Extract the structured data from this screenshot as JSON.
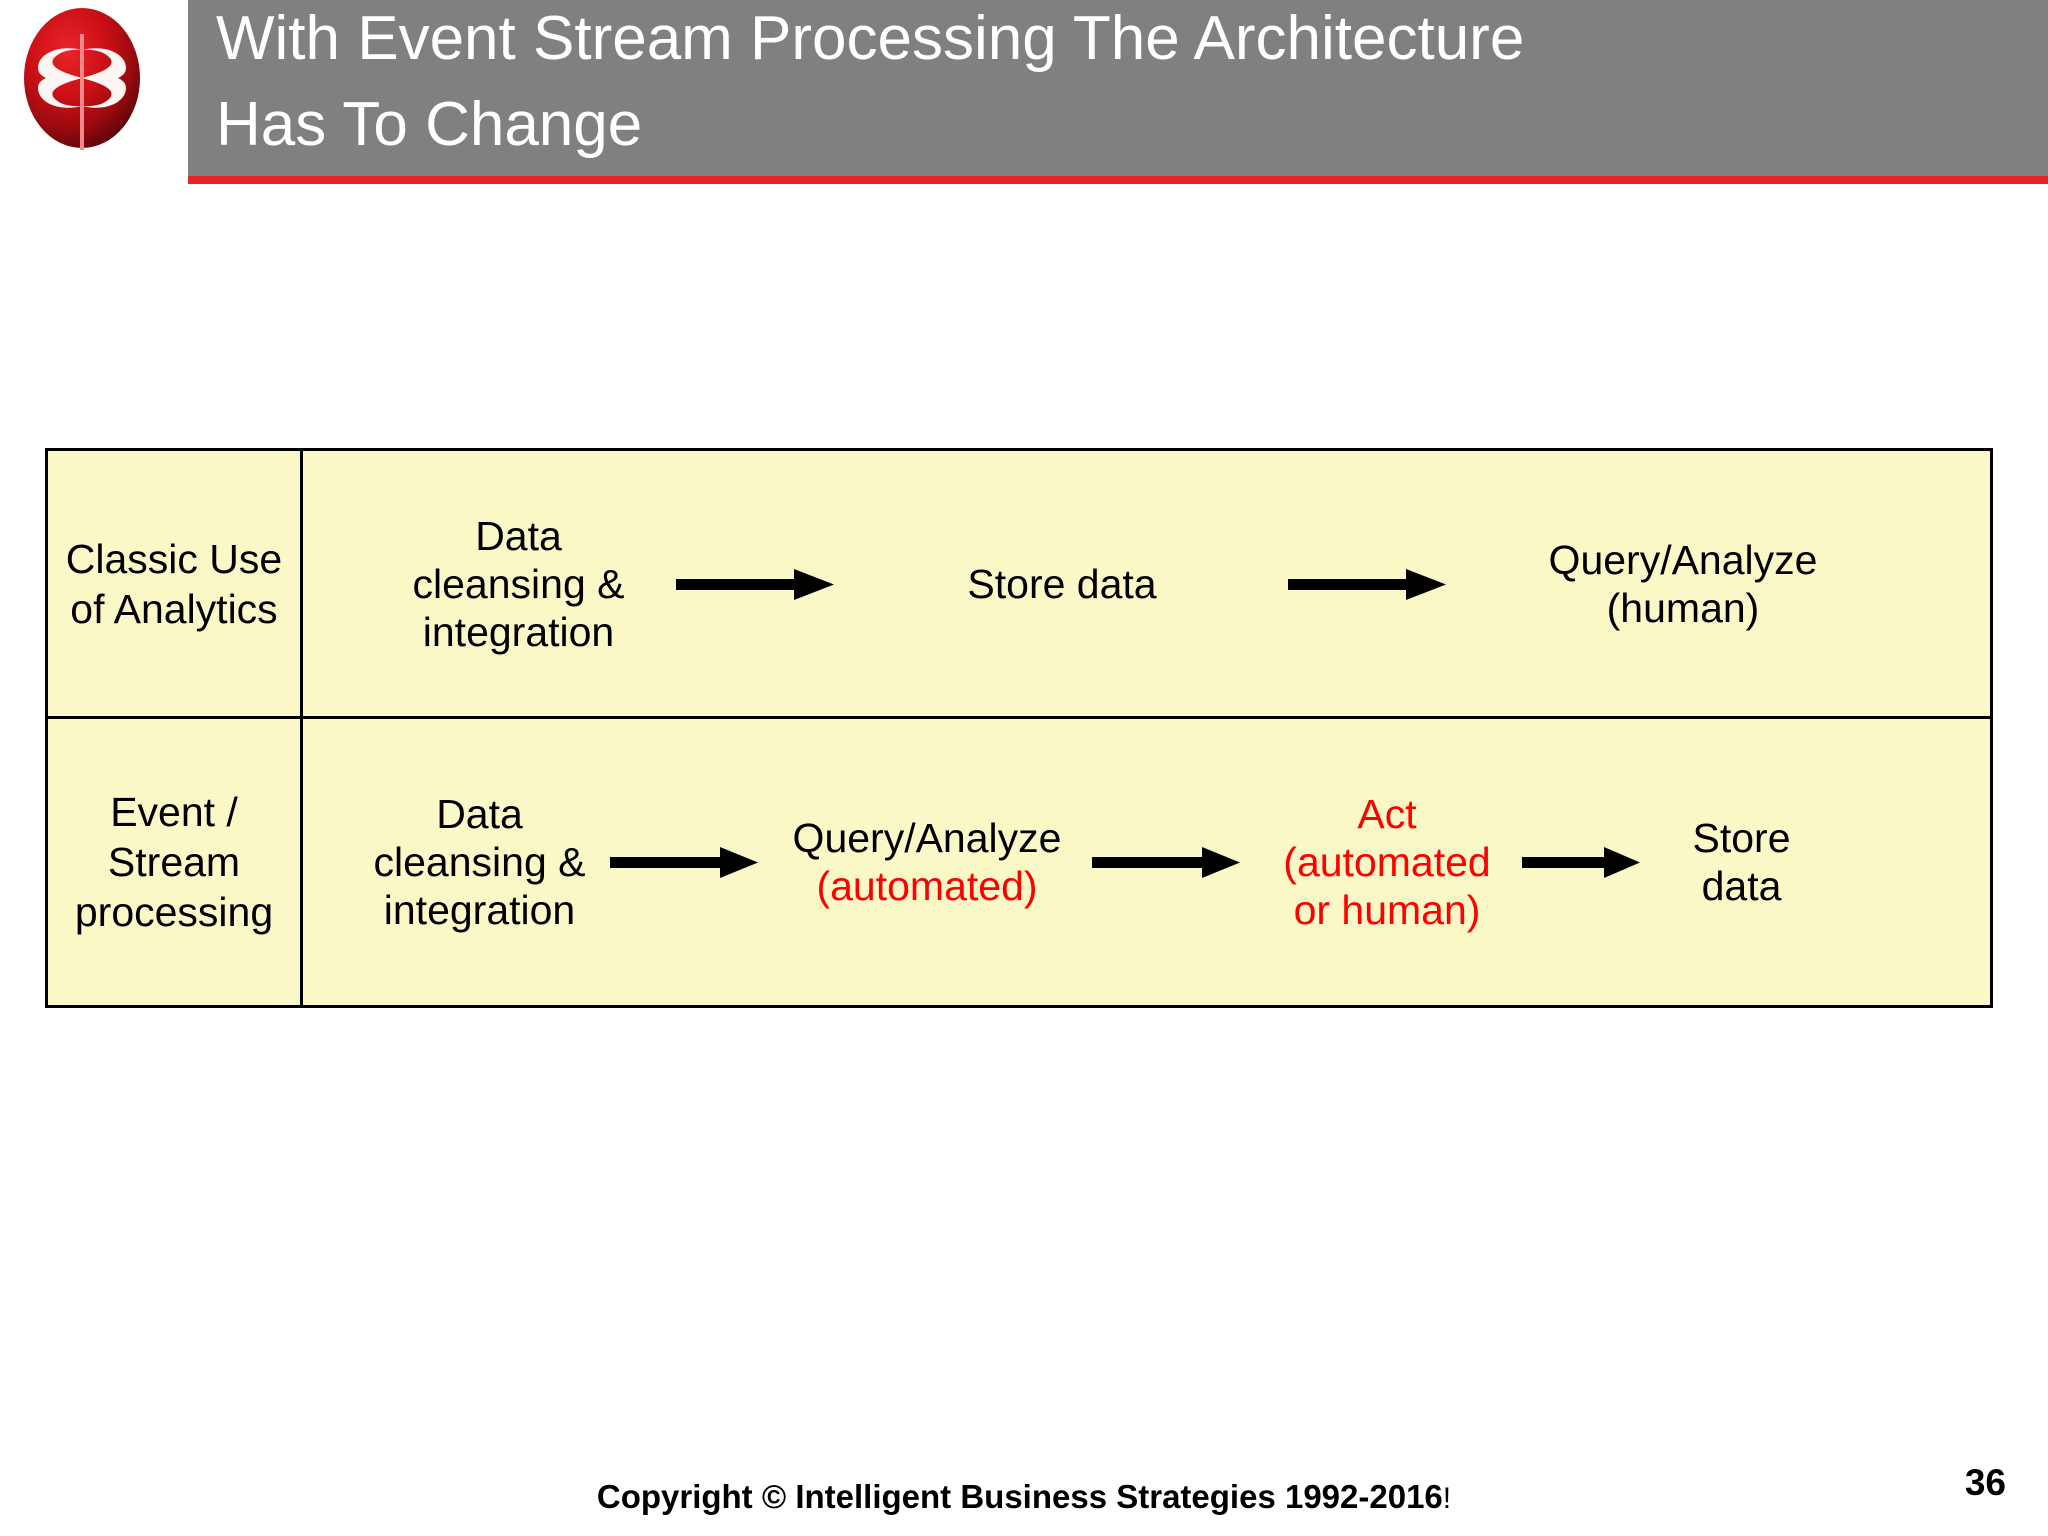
{
  "slide": {
    "title": "With Event Stream Processing The Architecture\nHas To Change",
    "logo_alt": "intelligent-business-strategies-logo",
    "accent_colors": {
      "header_gray": "#808080",
      "header_rule_red": "#e8232a",
      "table_fill": "#fbf8c8",
      "emphasis_red": "#ff0000",
      "text_black": "#000000"
    }
  },
  "matrix": {
    "rows": [
      {
        "label": "Classic Use\nof Analytics",
        "stages": [
          {
            "main": "Data\ncleansing &\nintegration",
            "note": ""
          },
          {
            "main": "Store data",
            "note": ""
          },
          {
            "main": "Query/Analyze\n(human)",
            "note": ""
          }
        ],
        "arrows": 2
      },
      {
        "label": "Event / Stream\nprocessing",
        "stages": [
          {
            "main": "Data\ncleansing &\nintegration",
            "note": ""
          },
          {
            "main": "Query/Analyze",
            "note": "(automated)"
          },
          {
            "main": "Act",
            "note": "(automated\nor human)"
          },
          {
            "main": "Store\ndata",
            "note": ""
          }
        ],
        "arrows": 3
      }
    ]
  },
  "footer": {
    "copyright": "Copyright © Intelligent Business Strategies 1992-2016",
    "copyright_suffix": "!",
    "page_number": "36"
  }
}
